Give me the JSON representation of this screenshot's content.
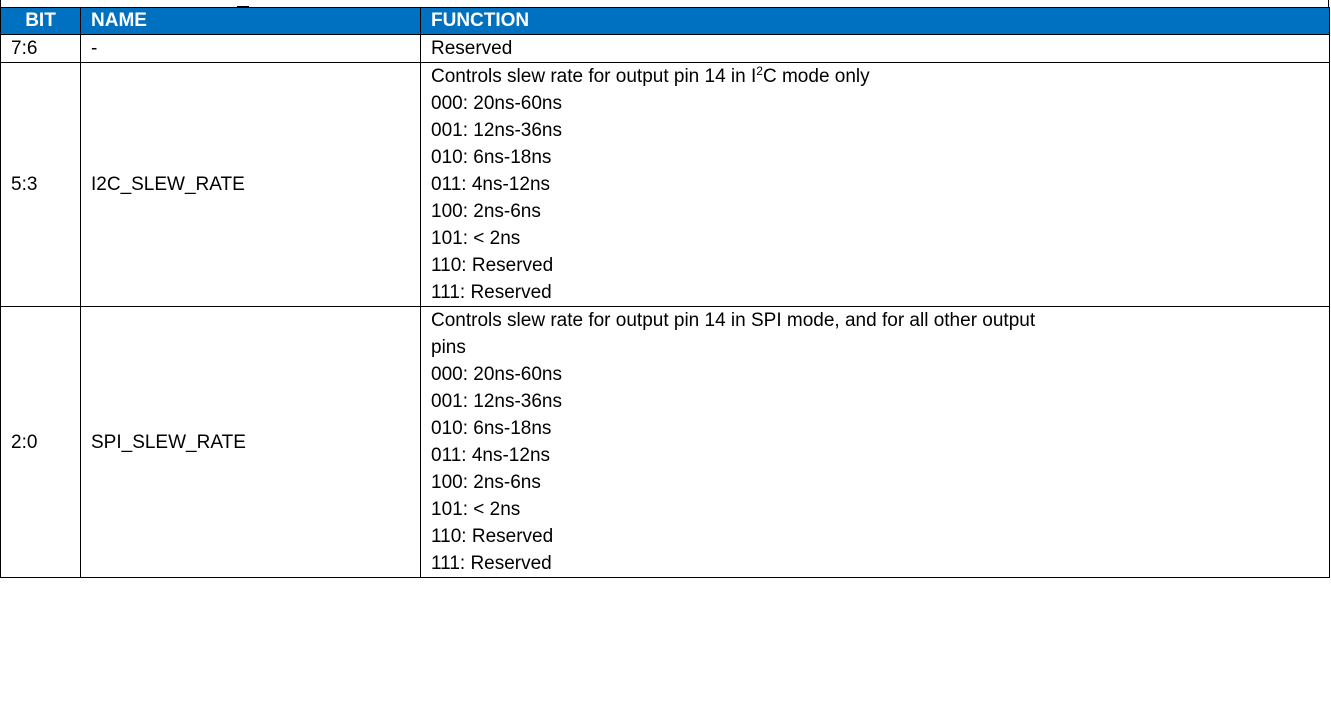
{
  "header": {
    "bit": "BIT",
    "name": "NAME",
    "function": "FUNCTION"
  },
  "rows": [
    {
      "bit": "7:6",
      "name": "-",
      "function_lines": [
        "Reserved"
      ]
    },
    {
      "bit": "5:3",
      "name": "I2C_SLEW_RATE",
      "function_intro": {
        "before": "Controls slew rate for output pin 14 in I",
        "sup": "2",
        "after": "C mode only"
      },
      "function_lines": [
        "000: 20ns-60ns",
        "001: 12ns-36ns",
        "010: 6ns-18ns",
        "011: 4ns-12ns",
        "100: 2ns-6ns",
        "101: < 2ns",
        "110: Reserved",
        "111: Reserved"
      ]
    },
    {
      "bit": "2:0",
      "name": "SPI_SLEW_RATE",
      "function_lines": [
        "Controls slew rate for output pin 14 in SPI mode, and for all other output",
        "pins",
        "000: 20ns-60ns",
        "001: 12ns-36ns",
        "010: 6ns-18ns",
        "011: 4ns-12ns",
        "100: 2ns-6ns",
        "101: < 2ns",
        "110: Reserved",
        "111: Reserved"
      ]
    }
  ],
  "colors": {
    "header_bg": "#0070c0",
    "header_text": "#ffffff",
    "border": "#000000"
  }
}
